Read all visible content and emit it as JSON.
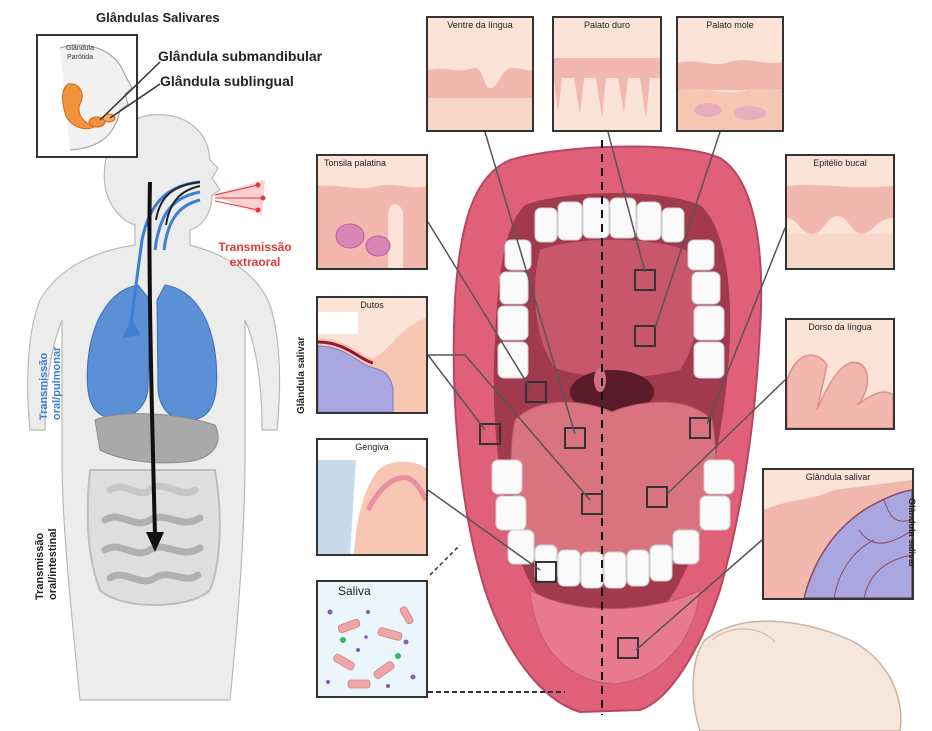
{
  "salivary": {
    "title": "Glândulas Salivares",
    "parotid": "Glândula Parótida",
    "submandibular": "Glândula submandibular",
    "sublingual": "Glândula sublingual"
  },
  "transmission": {
    "extraoral": "Transmissão extraoral",
    "oral_pulmonar": "Transmissão oral/pulmonar",
    "oral_intestinal": "Transmissão oral/intestinal"
  },
  "panels": {
    "ventre_lingua": "Ventre da língua",
    "palato_duro": "Palato duro",
    "palato_mole": "Palato mole",
    "tonsila_palatina": "Tonsila palatina",
    "epitelio_bucal": "Epitélio bucal",
    "dorso_lingua": "Dorso da língua",
    "dutos": "Dutos",
    "gengiva": "Gengiva",
    "saliva": "Saliva",
    "glandula_salivar": "Glândula salivar"
  },
  "side_labels": {
    "left": "Glândula salivar",
    "right": "Glândula salivar"
  },
  "colors": {
    "lip": "#e0607a",
    "mouth_inner": "#a23a4e",
    "tongue": "#d9737f",
    "lung": "#5b8fd6",
    "arrow_blue": "#3d7fd0",
    "extraoral_red": "#e03a3a",
    "tissue_pink": "#f2b8ae",
    "tissue_light": "#fbe3d8",
    "gland_purple": "#a8a4dc"
  }
}
